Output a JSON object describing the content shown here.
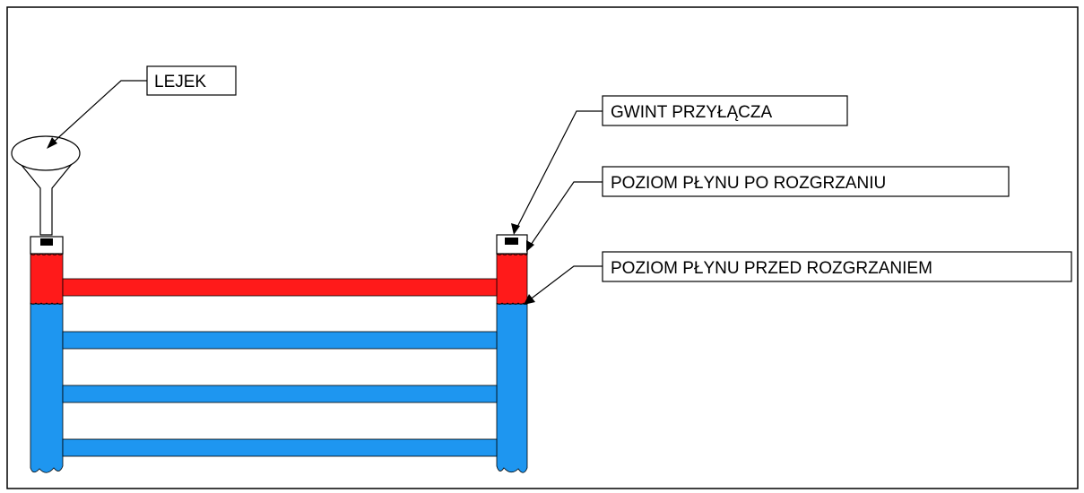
{
  "labels": {
    "funnel": "LEJEK",
    "thread": "GWINT PRZYŁĄCZA",
    "level_after": "POZIOM PŁYNU PO ROZGRZANIU",
    "level_before": "POZIOM PŁYNU PRZED ROZGRZANIEM"
  },
  "colors": {
    "hot_fluid": "#ff1a1a",
    "cold_fluid": "#1e96f0",
    "outline": "#000000",
    "background": "#ffffff"
  }
}
